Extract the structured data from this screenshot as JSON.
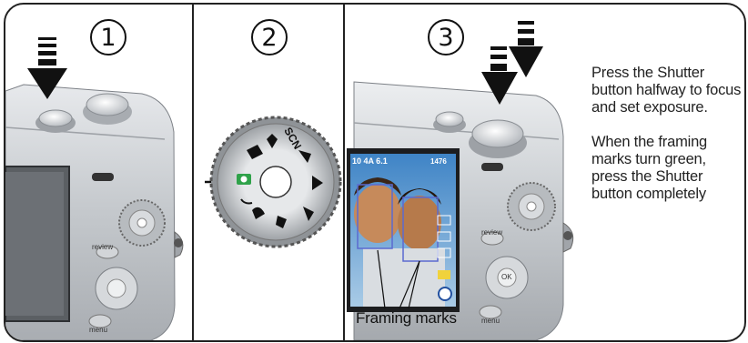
{
  "steps": [
    {
      "number": "1",
      "description": "Press shutter button"
    },
    {
      "number": "2",
      "description": "Mode dial"
    },
    {
      "number": "3",
      "description": "Camera back with framing marks"
    }
  ],
  "instructions": {
    "para1": "Press the Shutter button halfway to focus and set exposure.",
    "para2": "When the framing marks turn green, press the Shutter button completely"
  },
  "callout": {
    "label": "Framing marks"
  },
  "camera_labels": {
    "review": "review",
    "menu": "menu",
    "ok": "OK",
    "screen_top_left": "10 4A 6.1",
    "screen_counter": "1476",
    "dial_letters": "SCN"
  },
  "colors": {
    "accent_green": "#2fa24a",
    "body_silver": "#c9cdd1",
    "ink": "#111111"
  }
}
